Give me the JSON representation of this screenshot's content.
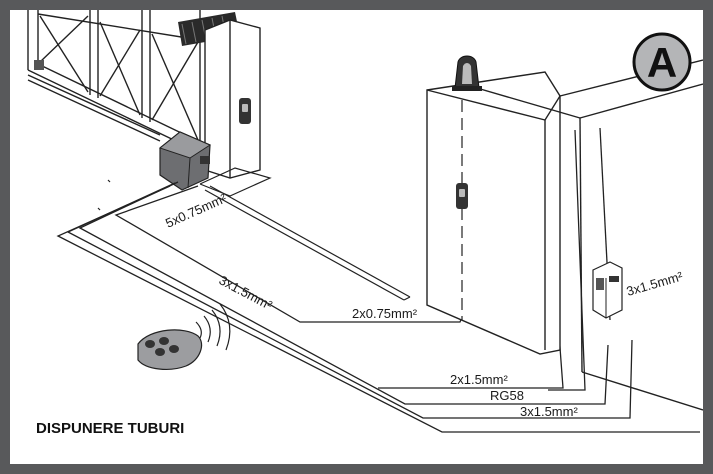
{
  "badge": "A",
  "title": "DISPUNERE TUBURI",
  "cables": {
    "motor": "5x0.75mm²",
    "remote_path": "3x1.5mm²",
    "photocell_rx": "2x0.75mm²",
    "lamp": "2x1.5mm²",
    "antenna": "RG58",
    "supply": "3x1.5mm²",
    "switch_box": "3x1.5mm²"
  }
}
